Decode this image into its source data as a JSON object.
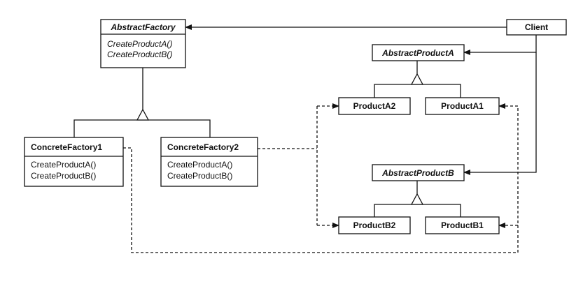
{
  "classes": {
    "abstract_factory": {
      "name": "AbstractFactory",
      "operations": [
        "CreateProductA()",
        "CreateProductB()"
      ]
    },
    "client": {
      "name": "Client"
    },
    "abstract_product_a": {
      "name": "AbstractProductA"
    },
    "product_a2": {
      "name": "ProductA2"
    },
    "product_a1": {
      "name": "ProductA1"
    },
    "concrete_factory_1": {
      "name": "ConcreteFactory1",
      "operations": [
        "CreateProductA()",
        "CreateProductB()"
      ]
    },
    "concrete_factory_2": {
      "name": "ConcreteFactory2",
      "operations": [
        "CreateProductA()",
        "CreateProductB()"
      ]
    },
    "abstract_product_b": {
      "name": "AbstractProductB"
    },
    "product_b2": {
      "name": "ProductB2"
    },
    "product_b1": {
      "name": "ProductB1"
    }
  }
}
